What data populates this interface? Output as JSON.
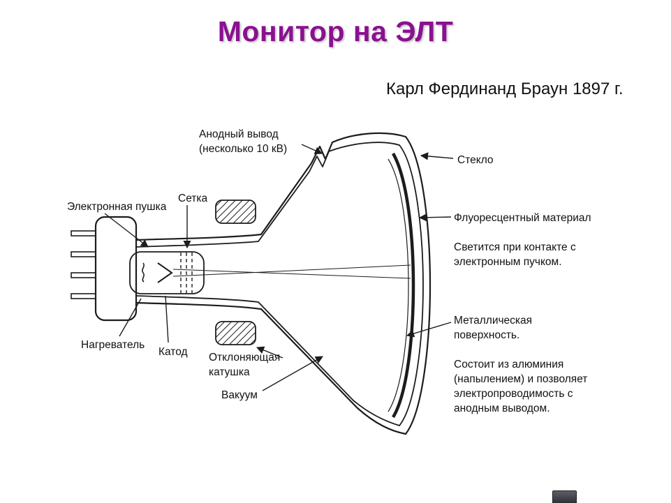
{
  "slide": {
    "title": "Монитор на ЭЛТ",
    "subtitle": "Карл Фердинанд Браун 1897 г."
  },
  "diagram": {
    "anode_label": "Анодный вывод\n(несколько 10 кВ)",
    "glass_label": "Стекло",
    "grid_label": "Сетка",
    "gun_label": "Электронная пушка",
    "fluorescent_label": "Флуоресцентный материал",
    "fluorescent_note": "Светится при контакте с\nэлектронным пучком.",
    "metal_label": "Металлическая\nповерхность.",
    "metal_note": "Состоит из алюминия\n(напылением) и позволяет\nэлектропроводимость с\nанодным выводом.",
    "heater_label": "Нагреватель",
    "cathode_label": "Катод",
    "coil_label": "Отклоняющая\nкатушка",
    "vacuum_label": "Вакуум"
  },
  "colors": {
    "title": "#8a1190",
    "ink": "#1c1c1c"
  }
}
